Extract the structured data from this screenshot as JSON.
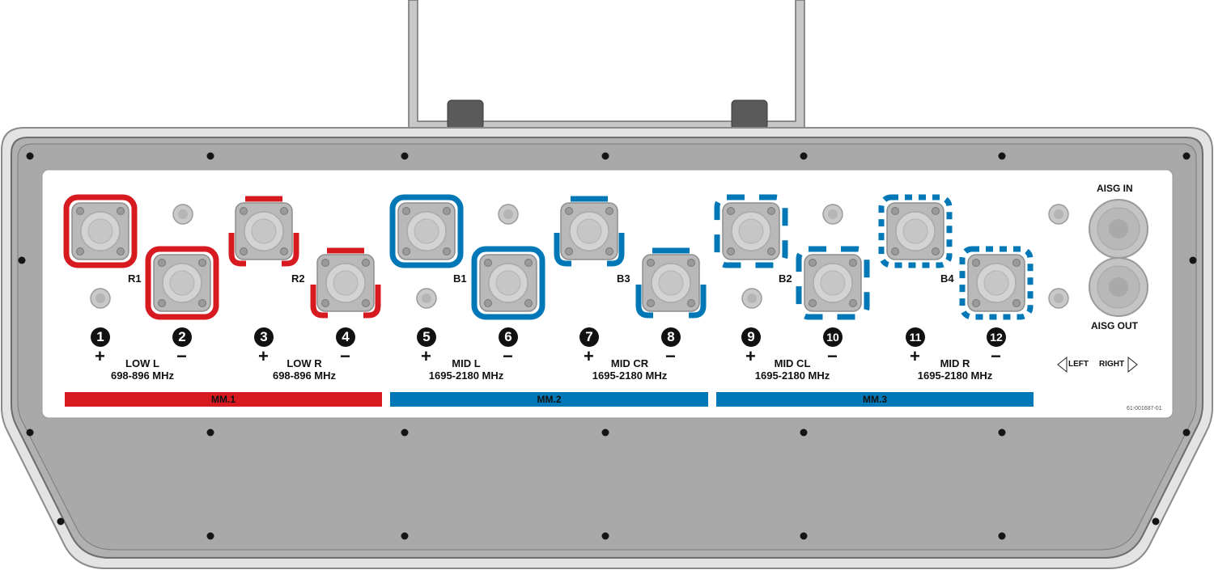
{
  "colors": {
    "low_band": "#d71920",
    "mid_band": "#0077b6",
    "housing": "#a9a9a9",
    "label_plate": "#ffffff"
  },
  "ports": [
    {
      "number": "1",
      "polarity": "+"
    },
    {
      "number": "2",
      "polarity": "−"
    },
    {
      "number": "3",
      "polarity": "+"
    },
    {
      "number": "4",
      "polarity": "−"
    },
    {
      "number": "5",
      "polarity": "+"
    },
    {
      "number": "6",
      "polarity": "−"
    },
    {
      "number": "7",
      "polarity": "+"
    },
    {
      "number": "8",
      "polarity": "−"
    },
    {
      "number": "9",
      "polarity": "+"
    },
    {
      "number": "10",
      "polarity": "−"
    },
    {
      "number": "11",
      "polarity": "+"
    },
    {
      "number": "12",
      "polarity": "−"
    }
  ],
  "groups": [
    {
      "name": "LOW L",
      "freq": "698-896 MHz"
    },
    {
      "name": "LOW R",
      "freq": "698-896 MHz"
    },
    {
      "name": "MID L",
      "freq": "1695-2180 MHz"
    },
    {
      "name": "MID CR",
      "freq": "1695-2180 MHz"
    },
    {
      "name": "MID CL",
      "freq": "1695-2180 MHz"
    },
    {
      "name": "MID R",
      "freq": "1695-2180 MHz"
    }
  ],
  "connector_tags": [
    "R1",
    "R2",
    "B1",
    "B3",
    "B2",
    "B4"
  ],
  "bands": [
    {
      "label": "MM.1",
      "color": "#d71920"
    },
    {
      "label": "MM.2",
      "color": "#0077b6"
    },
    {
      "label": "MM.3",
      "color": "#0077b6"
    }
  ],
  "aisg": {
    "in": "AISG IN",
    "out": "AISG OUT",
    "left": "LEFT",
    "right": "RIGHT"
  },
  "part_number": "61-001687-01"
}
